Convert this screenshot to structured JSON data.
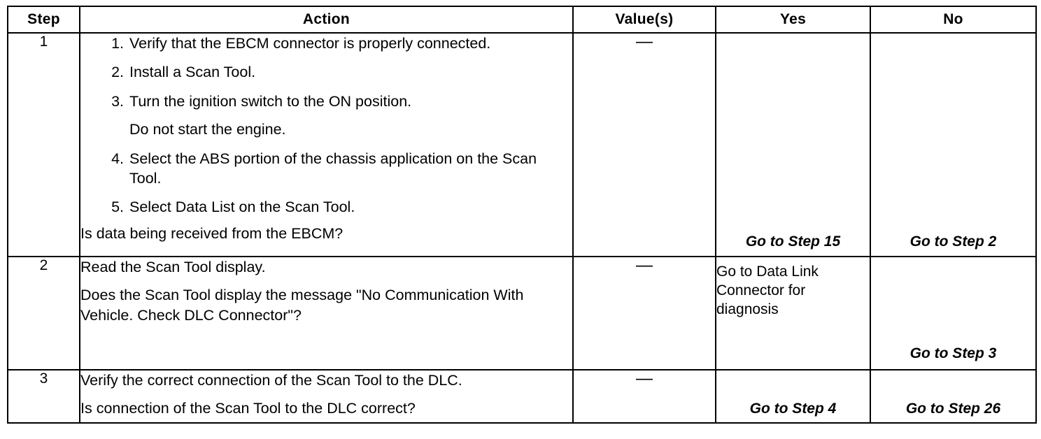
{
  "table": {
    "headers": {
      "step": "Step",
      "action": "Action",
      "values": "Value(s)",
      "yes": "Yes",
      "no": "No"
    },
    "rows": [
      {
        "step": "1",
        "action": {
          "steps": [
            {
              "num": "1.",
              "text": "Verify that the EBCM connector is properly connected."
            },
            {
              "num": "2.",
              "text": "Install a Scan Tool."
            },
            {
              "num": "3.",
              "text": "Turn the ignition switch to the ON position.",
              "sub": "Do not start the engine."
            },
            {
              "num": "4.",
              "text": "Select the ABS portion of the chassis application on the Scan Tool."
            },
            {
              "num": "5.",
              "text": "Select Data List on the Scan Tool."
            }
          ],
          "question": "Is data being received from the EBCM?"
        },
        "value": "—",
        "yes": "Go to Step 15",
        "no": "Go to Step 2"
      },
      {
        "step": "2",
        "action": {
          "lines": [
            "Read the Scan Tool display.",
            "Does the Scan Tool display the message \"No Communication With Vehicle. Check DLC Connector\"?"
          ]
        },
        "value": "—",
        "yes": "Go to Data Link Connector for diagnosis",
        "no": "Go to Step 3"
      },
      {
        "step": "3",
        "action": {
          "lines": [
            "Verify the correct connection of the Scan Tool to the DLC.",
            "Is connection of the Scan Tool to the DLC correct?"
          ]
        },
        "value": "—",
        "yes": "Go to Step 4",
        "no": "Go to Step 26"
      }
    ]
  }
}
